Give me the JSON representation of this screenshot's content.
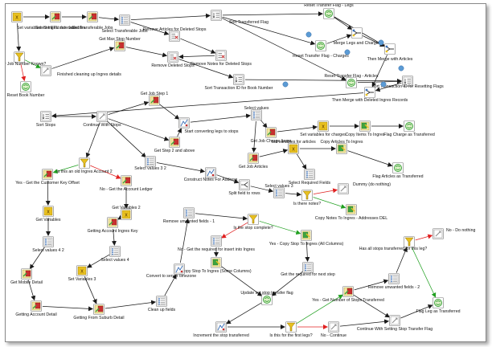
{
  "diagram": {
    "nodes": [
      {
        "id": "n1",
        "label": "Set variables: Set ETL date variables",
        "icon": "variables-icon"
      },
      {
        "id": "n2",
        "label": "Select ingest run date",
        "icon": "table-input-icon"
      },
      {
        "id": "n3",
        "label": "Get Transferable Jobs",
        "icon": "table-input-icon"
      },
      {
        "id": "n4",
        "label": "Select Transferable Jobs",
        "icon": "select-values-icon"
      },
      {
        "id": "n5",
        "label": "Sort Transferred Flag",
        "icon": "sort-icon"
      },
      {
        "id": "n6",
        "label": "Reset Transfer Flag - Legs",
        "icon": "update-icon"
      },
      {
        "id": "n7",
        "label": "Merge Legs and Charges",
        "icon": "merge-join-icon"
      },
      {
        "id": "n8",
        "label": "Then Merge with Articles",
        "icon": "merge-join-icon"
      },
      {
        "id": "n9",
        "label": "Reset Transfer Flag - Charges",
        "icon": "update-icon"
      },
      {
        "id": "n10",
        "label": "Reset Transfer Flag - Articles",
        "icon": "update-icon"
      },
      {
        "id": "n11",
        "label": "Sort Transaction ID for Resetting Flags",
        "icon": "sort-icon"
      },
      {
        "id": "n12",
        "label": "Then Merge with Deleted Ingres Records",
        "icon": "merge-join-icon"
      },
      {
        "id": "n13",
        "label": "Remove Articles for Deleted Stops",
        "icon": "delete-icon"
      },
      {
        "id": "n14",
        "label": "Remove Notes for Deleted Stops",
        "icon": "delete-icon"
      },
      {
        "id": "n15",
        "label": "Remove Deleted Stops",
        "icon": "delete-icon"
      },
      {
        "id": "n16",
        "label": "Sort Transaction ID for Book Number",
        "icon": "sort-icon"
      },
      {
        "id": "n17",
        "label": "Legacy Job Number Known?",
        "icon": "filter-icon"
      },
      {
        "id": "n18",
        "label": "Finished cleaning up Ingres details",
        "icon": "dummy-icon"
      },
      {
        "id": "n19",
        "label": "Get Max Stop Number",
        "icon": "table-input-icon"
      },
      {
        "id": "n20",
        "label": "Reset Book Number",
        "icon": "update-icon"
      },
      {
        "id": "n21",
        "label": "Sort Stops",
        "icon": "sort-icon"
      },
      {
        "id": "n22",
        "label": "Continue With Stops",
        "icon": "dummy-icon"
      },
      {
        "id": "n23",
        "label": "Get Job Step 1",
        "icon": "table-input-icon"
      },
      {
        "id": "n24",
        "label": "Start converting legs to stops",
        "icon": "script-icon"
      },
      {
        "id": "n25",
        "label": "Get Step 2 and above",
        "icon": "table-input-icon"
      },
      {
        "id": "n26",
        "label": "Select values",
        "icon": "select-values-icon"
      },
      {
        "id": "n27",
        "label": "Get Job Charge Items",
        "icon": "table-input-icon"
      },
      {
        "id": "n28",
        "label": "Set variables for charges",
        "icon": "variables-icon"
      },
      {
        "id": "n29",
        "label": "Copy Items To Ingres",
        "icon": "table-output-icon"
      },
      {
        "id": "n30",
        "label": "Flag Charge as Transferred",
        "icon": "update-icon"
      },
      {
        "id": "n31",
        "label": "Get Job Articles",
        "icon": "table-input-icon"
      },
      {
        "id": "n32",
        "label": "Set variables for articles",
        "icon": "variables-icon"
      },
      {
        "id": "n33",
        "label": "Copy Articles To Ingres",
        "icon": "table-output-icon"
      },
      {
        "id": "n34",
        "label": "Select Required Fields",
        "icon": "select-values-icon"
      },
      {
        "id": "n35",
        "label": "Flag Articles as Transferred",
        "icon": "update-icon"
      },
      {
        "id": "n36",
        "label": "Is this an old Ingres Account 2",
        "icon": "filter-icon"
      },
      {
        "id": "n37",
        "label": "Select values 3 2",
        "icon": "select-values-icon"
      },
      {
        "id": "n38",
        "label": "Construct Notes For Address",
        "icon": "script-icon"
      },
      {
        "id": "n39",
        "label": "Split field to rows",
        "icon": "split-icon"
      },
      {
        "id": "n40",
        "label": "Select values 3",
        "icon": "select-values-icon"
      },
      {
        "id": "n41",
        "label": "Is there notes?",
        "icon": "filter-icon"
      },
      {
        "id": "n42",
        "label": "Dummy (do nothing)",
        "icon": "dummy-icon"
      },
      {
        "id": "n43",
        "label": "Copy Notes To Ingres - Addresses DEL",
        "icon": "table-output-icon"
      },
      {
        "id": "n44",
        "label": "Yes - Get the Customer Key Offset",
        "icon": "table-input-icon"
      },
      {
        "id": "n45",
        "label": "No - Get the Account Ledger",
        "icon": "table-input-icon"
      },
      {
        "id": "n46",
        "label": "Get Variables",
        "icon": "variables-icon"
      },
      {
        "id": "n47",
        "label": "Get Variables 2",
        "icon": "variables-icon"
      },
      {
        "id": "n48",
        "label": "Getting Account Ingres Key",
        "icon": "table-input-icon"
      },
      {
        "id": "n49",
        "label": "Remove unwanted fields - 1",
        "icon": "select-values-icon"
      },
      {
        "id": "n50",
        "label": "Is the stop complete?",
        "icon": "filter-icon"
      },
      {
        "id": "n51",
        "label": "No - Get the required for insert into Ingres",
        "icon": "select-values-icon"
      },
      {
        "id": "n52",
        "label": "Yes - Copy Stop To Ingres (All Columns)",
        "icon": "table-output-icon"
      },
      {
        "id": "n53",
        "label": "Copy Stop To Ingres (Some Columns)",
        "icon": "table-output-icon"
      },
      {
        "id": "n54",
        "label": "Get the required for next step",
        "icon": "select-values-icon"
      },
      {
        "id": "n55",
        "label": "Select values 4 2",
        "icon": "select-values-icon"
      },
      {
        "id": "n56",
        "label": "Select values 4",
        "icon": "select-values-icon"
      },
      {
        "id": "n57",
        "label": "Get Mobile Detail",
        "icon": "table-input-icon"
      },
      {
        "id": "n58",
        "label": "Set Variables 3",
        "icon": "variables-icon"
      },
      {
        "id": "n59",
        "label": "Convert to server timezone",
        "icon": "script-icon"
      },
      {
        "id": "n60",
        "label": "Getting Account Detail",
        "icon": "table-input-icon"
      },
      {
        "id": "n61",
        "label": "Getting From Suburb Detail",
        "icon": "table-input-icon"
      },
      {
        "id": "n62",
        "label": "Clean up fields",
        "icon": "select-values-icon"
      },
      {
        "id": "n63",
        "label": "Update set stop transfer flag",
        "icon": "update-icon"
      },
      {
        "id": "n64",
        "label": "Increment the stop transferred",
        "icon": "script-icon"
      },
      {
        "id": "n65",
        "label": "Is this for the first legs?",
        "icon": "filter-icon"
      },
      {
        "id": "n66",
        "label": "No - Continue",
        "icon": "dummy-icon"
      },
      {
        "id": "n67",
        "label": "Yes - Get Number of Stops Transferred",
        "icon": "table-input-icon"
      },
      {
        "id": "n68",
        "label": "Continue With Setting Stop Transfer Flag",
        "icon": "dummy-icon"
      },
      {
        "id": "n69",
        "label": "Flag Leg as Transferred",
        "icon": "update-icon"
      },
      {
        "id": "n70",
        "label": "Has all stops transferred for this leg?",
        "icon": "filter-icon"
      },
      {
        "id": "n71",
        "label": "No - Do nothing",
        "icon": "dummy-icon"
      },
      {
        "id": "n72",
        "label": "Remove unwanted fields - 2",
        "icon": "select-values-icon"
      }
    ],
    "edges": [
      {
        "from": "n1",
        "to": "n2",
        "kind": "normal"
      },
      {
        "from": "n2",
        "to": "n3",
        "kind": "normal"
      },
      {
        "from": "n3",
        "to": "n4",
        "kind": "normal"
      },
      {
        "from": "n4",
        "to": "n5",
        "kind": "normal"
      },
      {
        "from": "n5",
        "to": "n6",
        "kind": "normal"
      },
      {
        "from": "n6",
        "to": "n7",
        "kind": "normal"
      },
      {
        "from": "n5",
        "to": "n9",
        "kind": "normal"
      },
      {
        "from": "n9",
        "to": "n7",
        "kind": "normal"
      },
      {
        "from": "n7",
        "to": "n8",
        "kind": "normal"
      },
      {
        "from": "n6",
        "to": "n8",
        "kind": "normal"
      },
      {
        "from": "n5",
        "to": "n10",
        "kind": "normal"
      },
      {
        "from": "n10",
        "to": "n11",
        "kind": "normal"
      },
      {
        "from": "n8",
        "to": "n12",
        "kind": "normal"
      },
      {
        "from": "n11",
        "to": "n12",
        "kind": "normal"
      },
      {
        "from": "n4",
        "to": "n13",
        "kind": "normal"
      },
      {
        "from": "n13",
        "to": "n14",
        "kind": "normal"
      },
      {
        "from": "n14",
        "to": "n15",
        "kind": "normal"
      },
      {
        "from": "n15",
        "to": "n16",
        "kind": "normal"
      },
      {
        "from": "n16",
        "to": "n11",
        "kind": "normal"
      },
      {
        "from": "n1",
        "to": "n17",
        "kind": "normal"
      },
      {
        "from": "n17",
        "to": "n18",
        "kind": "true"
      },
      {
        "from": "n17",
        "to": "n20",
        "kind": "false"
      },
      {
        "from": "n18",
        "to": "n19",
        "kind": "normal"
      },
      {
        "from": "n19",
        "to": "n15",
        "kind": "normal"
      },
      {
        "from": "n12",
        "to": "n21",
        "kind": "normal"
      },
      {
        "from": "n21",
        "to": "n22",
        "kind": "normal"
      },
      {
        "from": "n22",
        "to": "n23",
        "kind": "normal"
      },
      {
        "from": "n23",
        "to": "n24",
        "kind": "normal"
      },
      {
        "from": "n22",
        "to": "n25",
        "kind": "normal"
      },
      {
        "from": "n25",
        "to": "n24",
        "kind": "normal"
      },
      {
        "from": "n24",
        "to": "n26",
        "kind": "normal"
      },
      {
        "from": "n26",
        "to": "n27",
        "kind": "normal"
      },
      {
        "from": "n27",
        "to": "n28",
        "kind": "normal"
      },
      {
        "from": "n28",
        "to": "n29",
        "kind": "normal"
      },
      {
        "from": "n29",
        "to": "n30",
        "kind": "normal"
      },
      {
        "from": "n26",
        "to": "n31",
        "kind": "normal"
      },
      {
        "from": "n31",
        "to": "n32",
        "kind": "normal"
      },
      {
        "from": "n32",
        "to": "n33",
        "kind": "normal"
      },
      {
        "from": "n33",
        "to": "n35",
        "kind": "normal"
      },
      {
        "from": "n32",
        "to": "n34",
        "kind": "normal"
      },
      {
        "from": "n22",
        "to": "n36",
        "kind": "normal"
      },
      {
        "from": "n36",
        "to": "n44",
        "kind": "true"
      },
      {
        "from": "n36",
        "to": "n45",
        "kind": "false"
      },
      {
        "from": "n22",
        "to": "n37",
        "kind": "normal"
      },
      {
        "from": "n37",
        "to": "n38",
        "kind": "normal"
      },
      {
        "from": "n38",
        "to": "n39",
        "kind": "normal"
      },
      {
        "from": "n39",
        "to": "n40",
        "kind": "normal"
      },
      {
        "from": "n40",
        "to": "n41",
        "kind": "normal"
      },
      {
        "from": "n41",
        "to": "n42",
        "kind": "false"
      },
      {
        "from": "n41",
        "to": "n43",
        "kind": "true"
      },
      {
        "from": "n44",
        "to": "n46",
        "kind": "normal"
      },
      {
        "from": "n46",
        "to": "n55",
        "kind": "normal"
      },
      {
        "from": "n55",
        "to": "n57",
        "kind": "normal"
      },
      {
        "from": "n57",
        "to": "n60",
        "kind": "normal"
      },
      {
        "from": "n60",
        "to": "n61",
        "kind": "normal"
      },
      {
        "from": "n45",
        "to": "n47",
        "kind": "normal"
      },
      {
        "from": "n47",
        "to": "n48",
        "kind": "normal"
      },
      {
        "from": "n48",
        "to": "n56",
        "kind": "normal"
      },
      {
        "from": "n56",
        "to": "n58",
        "kind": "normal"
      },
      {
        "from": "n58",
        "to": "n61",
        "kind": "normal"
      },
      {
        "from": "n61",
        "to": "n62",
        "kind": "normal"
      },
      {
        "from": "n62",
        "to": "n59",
        "kind": "normal"
      },
      {
        "from": "n59",
        "to": "n49",
        "kind": "normal"
      },
      {
        "from": "n49",
        "to": "n50",
        "kind": "normal"
      },
      {
        "from": "n50",
        "to": "n51",
        "kind": "false"
      },
      {
        "from": "n50",
        "to": "n52",
        "kind": "true"
      },
      {
        "from": "n51",
        "to": "n53",
        "kind": "normal"
      },
      {
        "from": "n52",
        "to": "n54",
        "kind": "normal"
      },
      {
        "from": "n53",
        "to": "n63",
        "kind": "normal"
      },
      {
        "from": "n54",
        "to": "n63",
        "kind": "normal"
      },
      {
        "from": "n63",
        "to": "n64",
        "kind": "normal"
      },
      {
        "from": "n64",
        "to": "n65",
        "kind": "normal"
      },
      {
        "from": "n65",
        "to": "n66",
        "kind": "false"
      },
      {
        "from": "n65",
        "to": "n67",
        "kind": "true"
      },
      {
        "from": "n66",
        "to": "n68",
        "kind": "normal"
      },
      {
        "from": "n67",
        "to": "n68",
        "kind": "normal"
      },
      {
        "from": "n68",
        "to": "n69",
        "kind": "normal"
      },
      {
        "from": "n67",
        "to": "n72",
        "kind": "normal"
      },
      {
        "from": "n72",
        "to": "n70",
        "kind": "normal"
      },
      {
        "from": "n70",
        "to": "n71",
        "kind": "false"
      },
      {
        "from": "n70",
        "to": "n69",
        "kind": "true"
      }
    ]
  },
  "colors": {
    "hop": "#1a1a1a",
    "hop_true": "#20a020",
    "hop_false": "#e02020",
    "info_badge": "#5b9bd5",
    "icon_green": "#3fa33f",
    "icon_yellow": "#e8c020",
    "icon_red": "#c83030",
    "icon_blue": "#3a6fb8"
  }
}
